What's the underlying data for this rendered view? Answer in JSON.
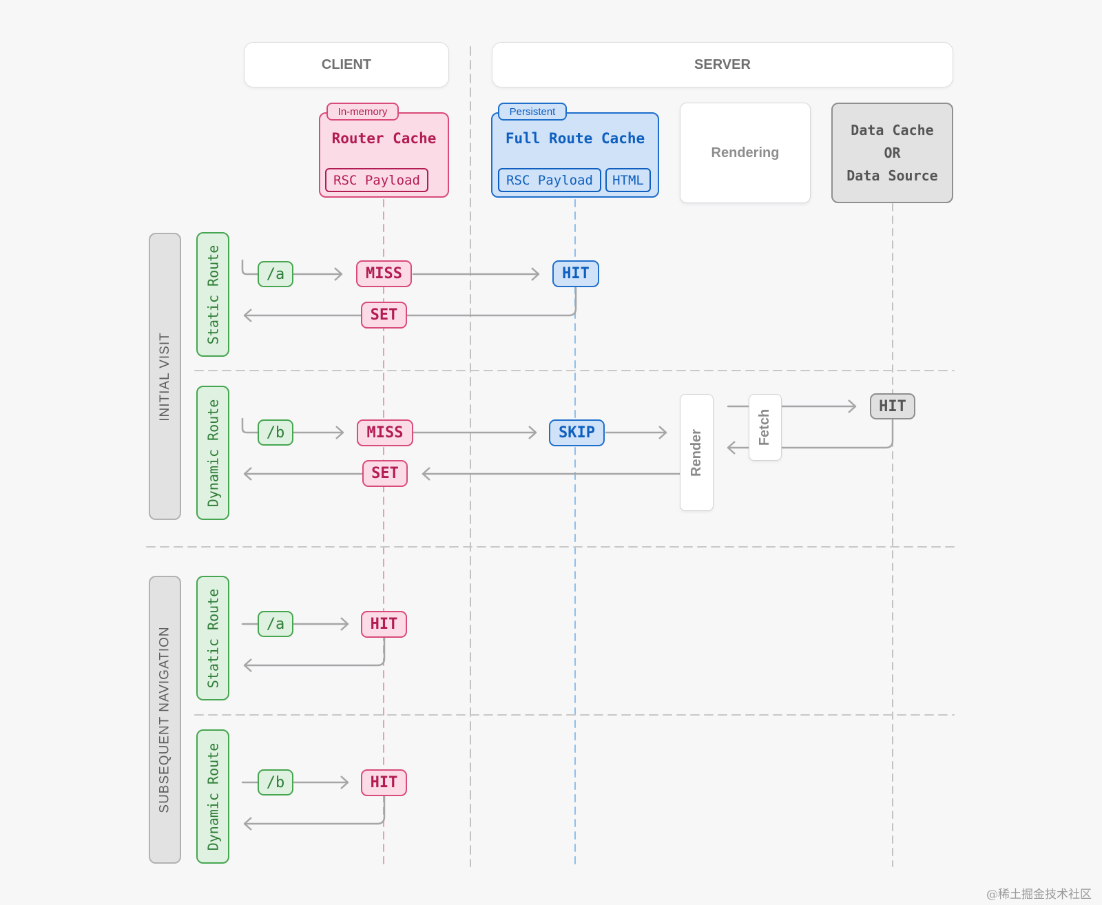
{
  "headers": {
    "client": "CLIENT",
    "server": "SERVER"
  },
  "router_cache": {
    "tag": "In-memory",
    "title": "Router Cache",
    "payload": "RSC Payload"
  },
  "full_route_cache": {
    "tag": "Persistent",
    "title": "Full Route Cache",
    "payload": "RSC Payload",
    "html": "HTML"
  },
  "rendering": {
    "label": "Rendering"
  },
  "data_cache": {
    "line1": "Data Cache",
    "line2": "OR",
    "line3": "Data Source"
  },
  "phases": {
    "initial": "INITIAL VISIT",
    "subsequent": "SUBSEQUENT NAVIGATION"
  },
  "route_types": {
    "static": "Static Route",
    "dynamic": "Dynamic Route"
  },
  "initial_static": {
    "path": "/a",
    "router": "MISS",
    "full_route": "HIT",
    "set": "SET"
  },
  "initial_dynamic": {
    "path": "/b",
    "router": "MISS",
    "full_route": "SKIP",
    "render": "Render",
    "fetch": "Fetch",
    "data": "HIT",
    "set": "SET"
  },
  "subsequent_static": {
    "path": "/a",
    "router": "HIT"
  },
  "subsequent_dynamic": {
    "path": "/b",
    "router": "HIT"
  },
  "watermark": "@稀土掘金技术社区",
  "colors": {
    "pink_accent": "#d94b79",
    "blue_accent": "#1e6fcc",
    "green_accent": "#46a650",
    "grey_line": "#a6a6a6"
  }
}
